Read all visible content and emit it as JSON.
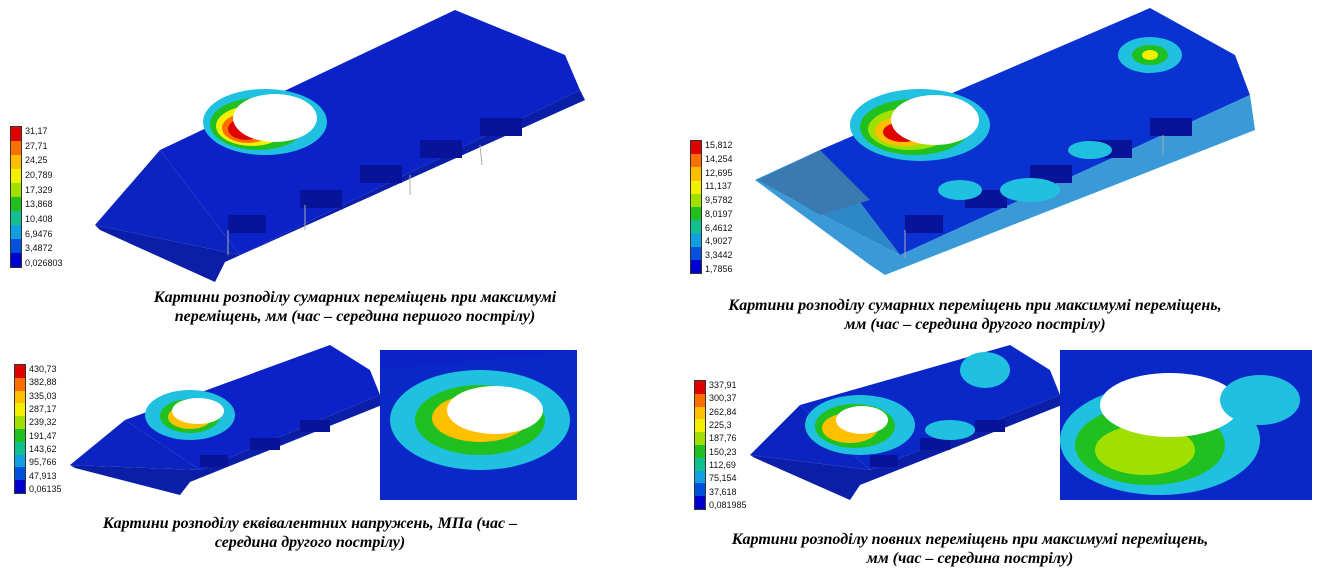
{
  "colorscale": [
    "#e00000",
    "#ff7000",
    "#ffc000",
    "#f0f000",
    "#a0e000",
    "#20c020",
    "#10c090",
    "#10a0e0",
    "#0050e0",
    "#0000d0"
  ],
  "panels": [
    {
      "legend": [
        "31,17",
        "27,71",
        "24,25",
        "20,789",
        "17,329",
        "13,868",
        "10,408",
        "6,9476",
        "3,4872",
        "0,026803"
      ],
      "caption_line1": "Картини розподілу сумарних переміщень при максимумі",
      "caption_line2": "переміщень, мм (час – середина першого пострілу)"
    },
    {
      "legend": [
        "15,812",
        "14,254",
        "12,695",
        "11,137",
        "9,5782",
        "8,0197",
        "6,4612",
        "4,9027",
        "3,3442",
        "1,7856"
      ],
      "caption_line1": "Картини розподілу сумарних переміщень при максимумі переміщень,",
      "caption_line2": "мм (час – середина другого пострілу)"
    },
    {
      "legend": [
        "430,73",
        "382,88",
        "335,03",
        "287,17",
        "239,32",
        "191,47",
        "143,62",
        "95,766",
        "47,913",
        "0,06135"
      ],
      "caption_line1": "Картини розподілу еквівалентних напружень, МПа (час –",
      "caption_line2": "середина другого пострілу)"
    },
    {
      "legend": [
        "337,91",
        "300,37",
        "262,84",
        "225,3",
        "187,76",
        "150,23",
        "112,69",
        "75,154",
        "37,618",
        "0,081985"
      ],
      "caption_line1": "Картини розподілу повних переміщень при максимумі переміщень,",
      "caption_line2": "мм (час – середина пострілу)"
    }
  ]
}
